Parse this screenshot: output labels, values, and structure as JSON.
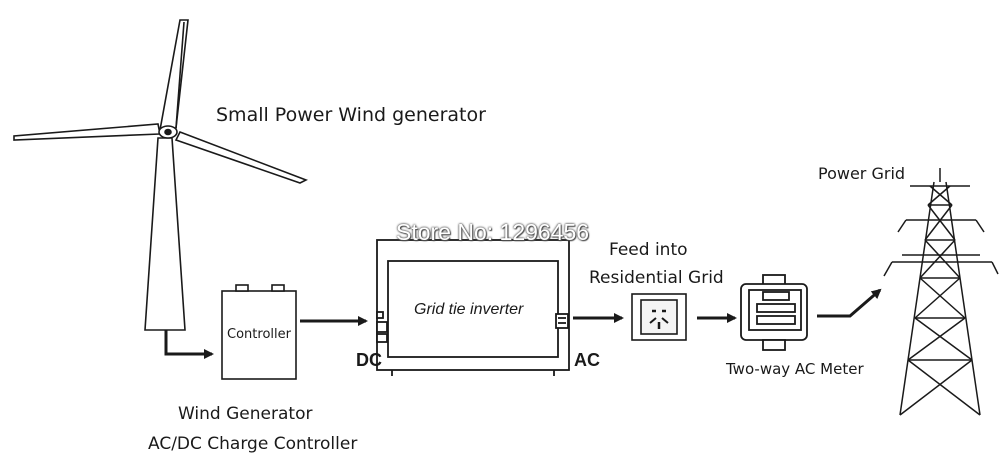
{
  "wind_generator": {
    "title": "Small Power Wind generator",
    "caption_line1": "Wind  Generator",
    "caption_line2": "AC/DC Charge Controller"
  },
  "controller": {
    "label": "Controller"
  },
  "inverter": {
    "label": "Grid tie inverter",
    "input_label": "DC",
    "output_label": "AC"
  },
  "watermark": "Store No: 1296456",
  "socket": {
    "caption_line1": "Feed  into",
    "caption_line2": "Residential Grid"
  },
  "meter": {
    "caption": "Two-way AC Meter"
  },
  "power_grid": {
    "caption": "Power  Grid"
  },
  "icons": [
    "wind-turbine-icon",
    "controller-box-icon",
    "inverter-icon",
    "wall-socket-icon",
    "electric-meter-icon",
    "transmission-tower-icon"
  ],
  "colors": {
    "line": "#1a1a1a",
    "background": "#ffffff"
  }
}
